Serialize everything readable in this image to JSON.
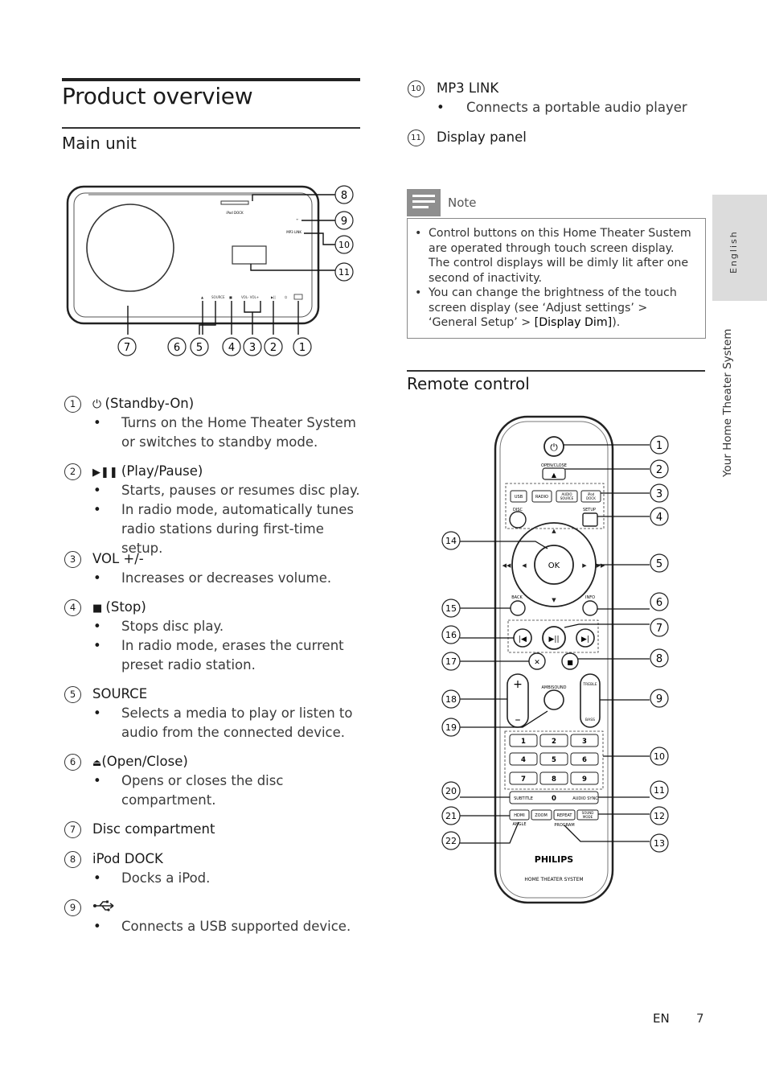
{
  "page": {
    "title": "Product overview",
    "main_unit_heading": "Main unit",
    "remote_heading": "Remote control",
    "side_tab_label": "English",
    "side_section_label": "Your Home Theater System",
    "footer_lang": "EN",
    "footer_page": "7"
  },
  "main_items": [
    {
      "num": "1",
      "title": "(Standby-On)",
      "icon": "power-icon",
      "bullets": [
        "Turns on the Home Theater System or switches to standby mode."
      ]
    },
    {
      "num": "2",
      "title": "(Play/Pause)",
      "icon": "play-pause-icon",
      "bullets": [
        "Starts, pauses or resumes disc play.",
        "In radio mode, automatically tunes radio stations during first-time setup."
      ]
    },
    {
      "num": "3",
      "title": "VOL +/-",
      "icon": "",
      "bullets": [
        "Increases or decreases volume."
      ]
    },
    {
      "num": "4",
      "title": "(Stop)",
      "icon": "stop-icon",
      "bullets": [
        "Stops disc play.",
        "In radio mode, erases the current preset radio station."
      ]
    },
    {
      "num": "5",
      "title": "SOURCE",
      "icon": "",
      "bullets": [
        "Selects a media to play or listen to audio from the connected device."
      ]
    },
    {
      "num": "6",
      "title": "(Open/Close)",
      "icon": "eject-icon",
      "bullets": [
        "Opens or closes the disc compartment."
      ]
    },
    {
      "num": "7",
      "title": "Disc compartment",
      "icon": "",
      "bullets": []
    },
    {
      "num": "8",
      "title": "iPod DOCK",
      "icon": "",
      "bullets": [
        "Docks a iPod."
      ]
    },
    {
      "num": "9",
      "title": "",
      "icon": "usb-icon",
      "bullets": [
        "Connects a USB supported device."
      ]
    },
    {
      "num": "10",
      "title": "MP3 LINK",
      "icon": "",
      "bullets": [
        "Connects a portable audio player"
      ]
    },
    {
      "num": "11",
      "title": "Display panel",
      "icon": "",
      "bullets": []
    }
  ],
  "note": {
    "label": "Note",
    "bullet1": "Control buttons on this Home Theater Sustem are operated through touch screen display. The control displays will be dimly lit after one second of inactivity.",
    "bullet2_pre": "You can change the brightness of the touch screen display (see ‘Adjust settings’ > ‘General Setup’ > ",
    "bullet2_bold": "[Display Dim]",
    "bullet2_post": ")."
  },
  "main_unit_diagram": {
    "callouts_bottom": [
      "7",
      "6",
      "5",
      "4",
      "3",
      "2",
      "1"
    ],
    "callouts_right": [
      "8",
      "9",
      "10",
      "11"
    ],
    "dock_label": "iPod DOCK",
    "mp3_label": "MP3 LINK",
    "source_label": "SOURCE",
    "vol_label": "VOL-   VOL+"
  },
  "remote_diagram": {
    "callouts_right": [
      "1",
      "2",
      "3",
      "4",
      "5",
      "6",
      "7",
      "8",
      "9",
      "10",
      "11",
      "12",
      "13"
    ],
    "callouts_left": [
      "14",
      "15",
      "16",
      "17",
      "18",
      "19",
      "20",
      "21",
      "22"
    ],
    "buttons": {
      "open_close": "OPEN/CLOSE",
      "usb": "USB",
      "radio": "RADIO",
      "audio_source": "AUDIO SOURCE",
      "ipod_dock": "iPod DOCK",
      "disc": "DISC",
      "setup": "SETUP",
      "ok": "OK",
      "back": "BACK",
      "info": "INFO",
      "ambisound": "AMBISOUND",
      "treble": "TREBLE",
      "bass": "BASS",
      "keys": [
        "1",
        "2",
        "3",
        "4",
        "5",
        "6",
        "7",
        "8",
        "9"
      ],
      "subtitle": "SUBTITLE",
      "zero": "0",
      "audio_sync": "AUDIO SYNC",
      "hdmi": "HDMI",
      "zoom": "ZOOM",
      "repeat": "REPEAT",
      "sound_mode": "SOUND MODE",
      "angle": "ANGLE",
      "program": "PROGRAM",
      "brand": "PHILIPS",
      "subtitle_brand": "HOME THEATER SYSTEM",
      "plus": "+",
      "minus": "–"
    }
  }
}
